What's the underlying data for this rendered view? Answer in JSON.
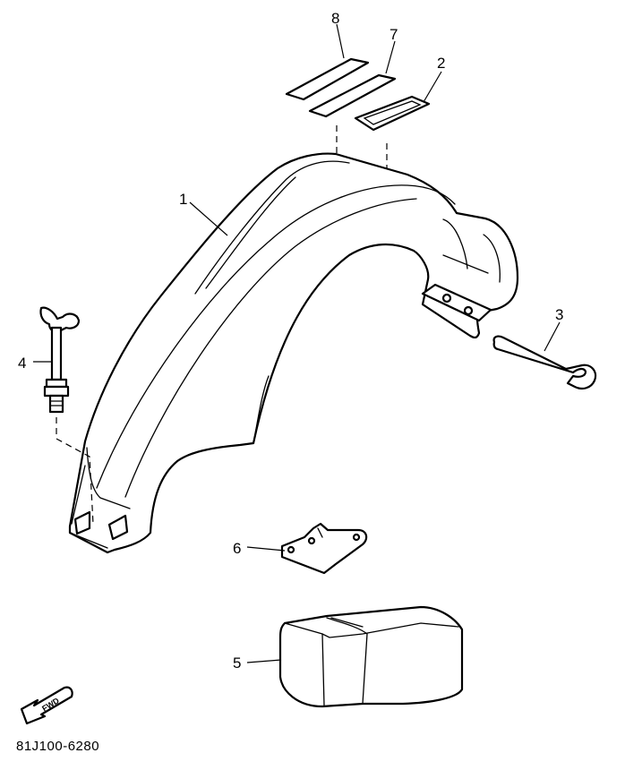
{
  "diagram": {
    "callouts": [
      {
        "id": "callout-1",
        "label": "1"
      },
      {
        "id": "callout-2",
        "label": "2"
      },
      {
        "id": "callout-3",
        "label": "3"
      },
      {
        "id": "callout-4",
        "label": "4"
      },
      {
        "id": "callout-5",
        "label": "5"
      },
      {
        "id": "callout-6",
        "label": "6"
      },
      {
        "id": "callout-7",
        "label": "7"
      },
      {
        "id": "callout-8",
        "label": "8"
      }
    ],
    "fwd_arrow_text": "FWD",
    "drawing_code": "81J100-6280"
  }
}
